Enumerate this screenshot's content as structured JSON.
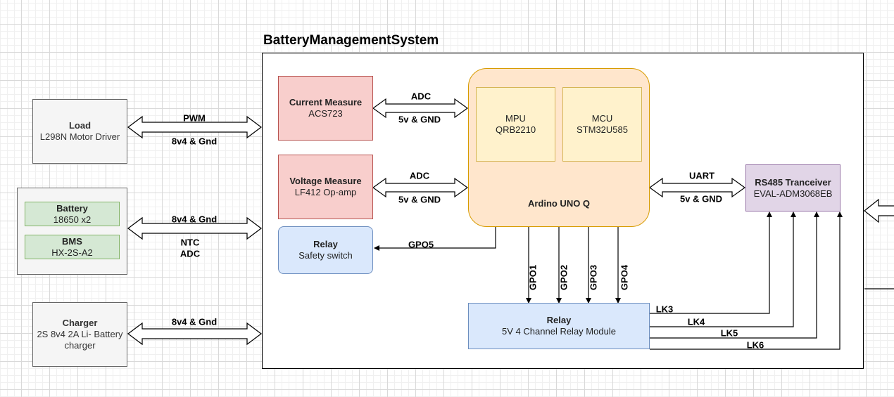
{
  "system_title": "BatteryManagementSystem",
  "blocks": {
    "load": {
      "title": "Load",
      "subtitle": "L298N Motor Driver"
    },
    "battery": {
      "title": "Battery",
      "subtitle": "18650 x2"
    },
    "bms": {
      "title": "BMS",
      "subtitle": "HX-2S-A2"
    },
    "charger": {
      "title": "Charger",
      "subtitle": "2S 8v4 2A Li- Battery charger"
    },
    "current_measure": {
      "title": "Current Measure",
      "subtitle": "ACS723"
    },
    "voltage_measure": {
      "title": "Voltage Measure",
      "subtitle": "LF412 Op-amp"
    },
    "relay_safety": {
      "title": "Relay",
      "subtitle": "Safety switch"
    },
    "arduino": {
      "title": "Ardino UNO Q"
    },
    "mpu": {
      "title": "MPU",
      "subtitle": "QRB2210"
    },
    "mcu": {
      "title": "MCU",
      "subtitle": "STM32U585"
    },
    "relay_module": {
      "title": "Relay",
      "subtitle": "5V 4 Channel Relay Module"
    },
    "rs485": {
      "title": "RS485 Tranceiver",
      "subtitle": "EVAL-ADM3068EB"
    }
  },
  "links": {
    "load_top": "PWM",
    "load_bottom": "8v4 & Gnd",
    "battery_top": "8v4 & Gnd",
    "battery_bottom_1": "NTC",
    "battery_bottom_2": "ADC",
    "charger_top": "8v4 & Gnd",
    "current_top": "ADC",
    "current_bottom": "5v & GND",
    "voltage_top": "ADC",
    "voltage_bottom": "5v & GND",
    "rs485_top": "UART",
    "rs485_bottom": "5v & GND",
    "gpo5": "GPO5",
    "gpo1": "GPO1",
    "gpo2": "GPO2",
    "gpo3": "GPO3",
    "gpo4": "GPO4",
    "lk3": "LK3",
    "lk4": "LK4",
    "lk5": "LK5",
    "lk6": "LK6"
  }
}
